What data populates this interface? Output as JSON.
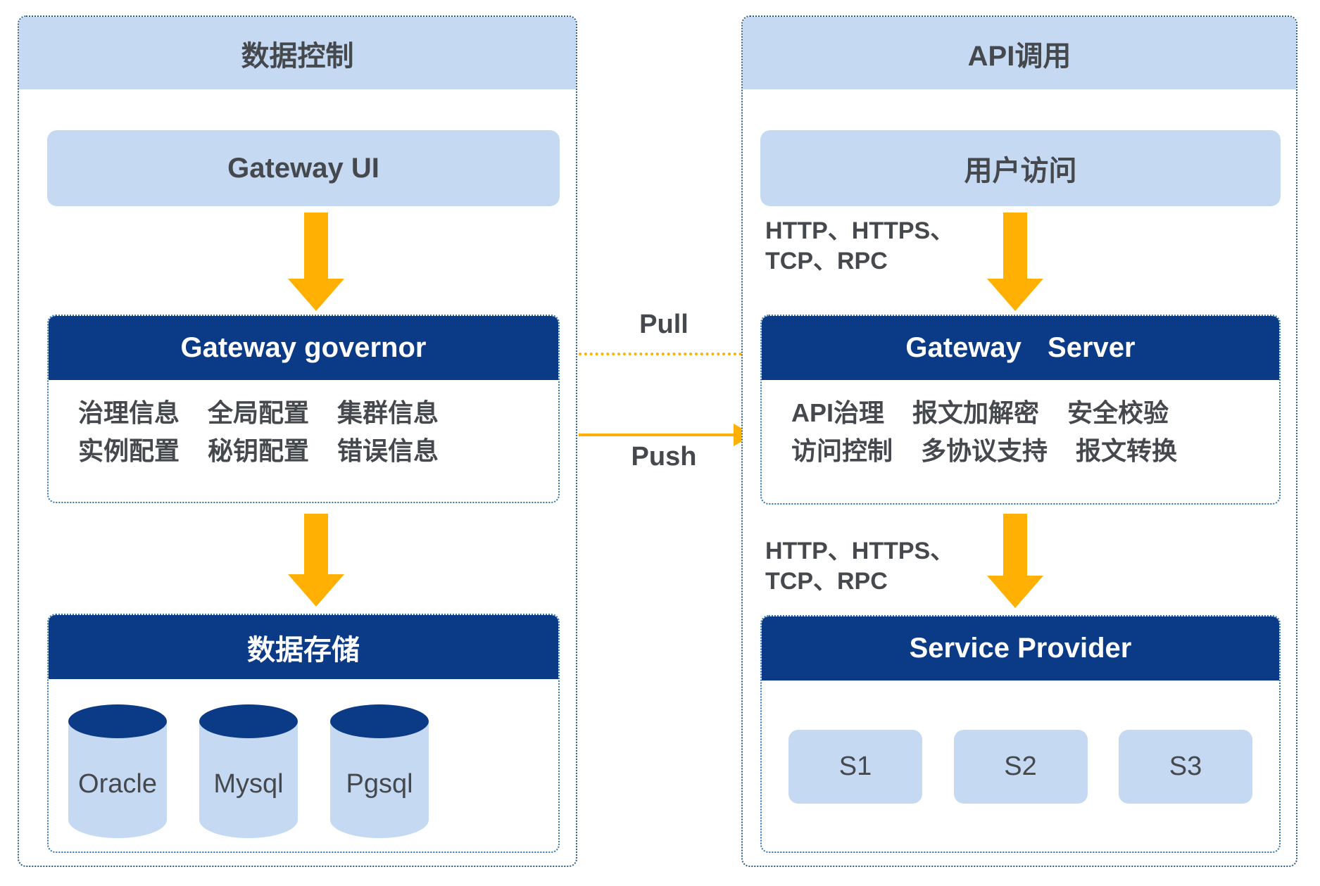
{
  "colors": {
    "navy": "#0b3a87",
    "light_blue": "#c5daf2",
    "orange": "#ffb002",
    "text_gray": "#45484c"
  },
  "left_panel": {
    "title": "数据控制",
    "gateway_ui_label": "Gateway UI",
    "governor": {
      "title": "Gateway governor",
      "items_row1": [
        "治理信息",
        "全局配置",
        "集群信息"
      ],
      "items_row2": [
        "实例配置",
        "秘钥配置",
        "错误信息"
      ]
    },
    "storage": {
      "title": "数据存储",
      "databases": [
        "Oracle",
        "Mysql",
        "Pgsql"
      ]
    }
  },
  "middle": {
    "pull_label": "Pull",
    "push_label": "Push"
  },
  "right_panel": {
    "title": "API调用",
    "user_access_label": "用户访问",
    "protocol_top": "HTTP、HTTPS、\nTCP、RPC",
    "gateway_server": {
      "title": "Gateway Server",
      "items_row1": [
        "API治理",
        "报文加解密",
        "安全校验"
      ],
      "items_row2": [
        "访问控制",
        "多协议支持",
        "报文转换"
      ]
    },
    "protocol_bottom": "HTTP、HTTPS、\nTCP、RPC",
    "service_provider": {
      "title": "Service Provider",
      "services": [
        "S1",
        "S2",
        "S3"
      ]
    }
  }
}
